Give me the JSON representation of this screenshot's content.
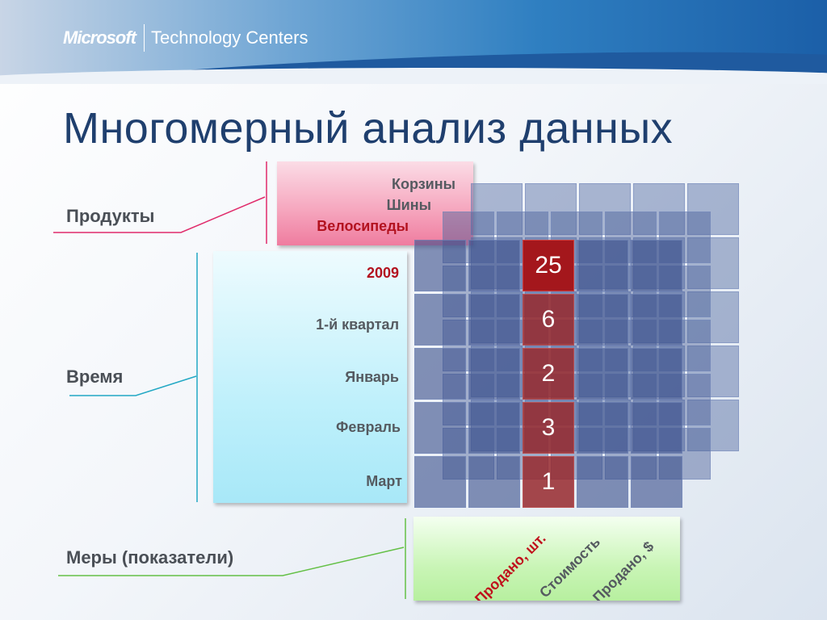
{
  "header": {
    "brand": "Microsoft",
    "brand_suffix": "Technology Centers"
  },
  "title": "Многомерный анализ данных",
  "labels": {
    "products": "Продукты",
    "time": "Время",
    "measures": "Меры (показатели)"
  },
  "products": {
    "items": [
      "Корзины",
      "Шины",
      "Велосипеды"
    ],
    "selected": "Велосипеды"
  },
  "time": {
    "items": [
      "2009",
      "1-й квартал",
      "Январь",
      "Февраль",
      "Март"
    ],
    "selected": "2009"
  },
  "measures": {
    "items": [
      "Продано, шт.",
      "Стоимость",
      "Продано, $"
    ],
    "selected": "Продано, шт."
  },
  "cube_values": [
    "25",
    "6",
    "2",
    "3",
    "1"
  ],
  "colors": {
    "title": "#1f3f6e",
    "highlight": "#a4171c",
    "cube": "#3c548c"
  }
}
